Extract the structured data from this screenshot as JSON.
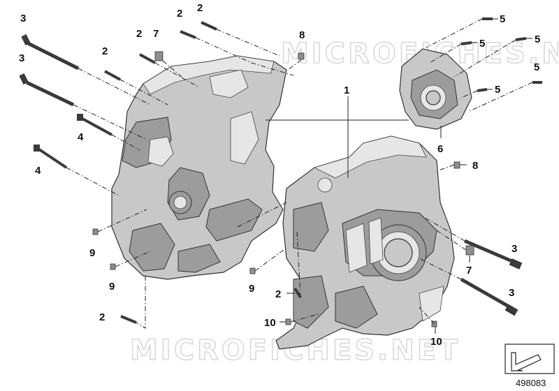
{
  "watermarks": [
    "MICROFICHES.NET",
    "MICROFICHES.NET"
  ],
  "callouts": [
    "3",
    "3",
    "2",
    "2",
    "2",
    "7",
    "2",
    "8",
    "4",
    "4",
    "1",
    "5",
    "5",
    "5",
    "5",
    "5",
    "6",
    "8",
    "9",
    "9",
    "9",
    "2",
    "2",
    "10",
    "10",
    "3",
    "7",
    "3"
  ],
  "reference_number": "498083",
  "colors": {
    "ink": "#111111",
    "casting": "#c8c8c8",
    "casting_shadow": "#9c9c9c",
    "watermark": "#d9d9d9"
  }
}
